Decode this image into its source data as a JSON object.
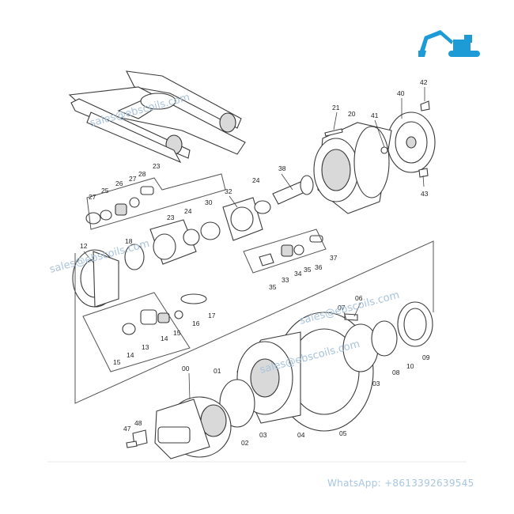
{
  "diagram": {
    "callouts": [
      "42",
      "40",
      "21",
      "20",
      "41",
      "43",
      "38",
      "23",
      "28",
      "27",
      "26",
      "25",
      "27",
      "24",
      "32",
      "23",
      "24",
      "30",
      "18",
      "12",
      "37",
      "36",
      "35",
      "34",
      "33",
      "35",
      "07",
      "06",
      "17",
      "16",
      "15",
      "14",
      "13",
      "14",
      "15",
      "10",
      "09",
      "08",
      "03",
      "00",
      "05",
      "04",
      "03",
      "02",
      "01",
      "48",
      "47"
    ],
    "colors": {
      "line": "#3b3b3b",
      "watermark": "#a9c3dc",
      "logo": "#1d9bd7"
    }
  },
  "watermarks": [
    "sales@ebscoils.com",
    "sales@ebscoils.com",
    "sales@ebscoils.com",
    "sales@ebscoils.com"
  ],
  "contact": {
    "whatsapp": "WhatsApp: +8613392639545"
  },
  "logo": {
    "icon": "excavator-icon"
  }
}
